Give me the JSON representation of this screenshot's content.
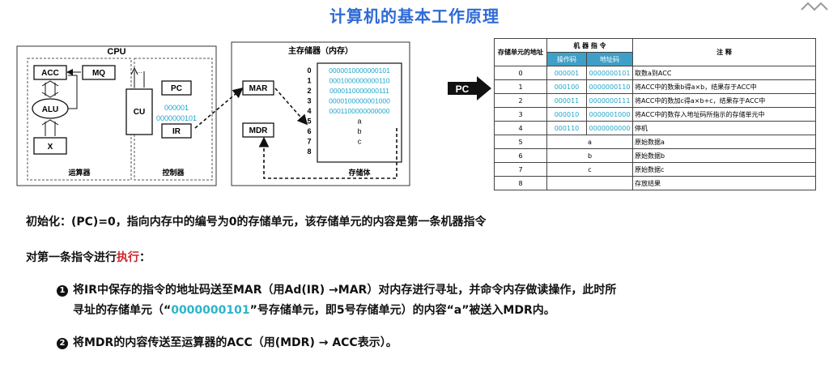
{
  "title": "计算机的基本工作原理",
  "cpu": {
    "label": "CPU",
    "acc": "ACC",
    "mq": "MQ",
    "alu": "ALU",
    "x": "X",
    "alu_group": "运算器",
    "cu": "CU",
    "pc": "PC",
    "ir": "IR",
    "controller_group": "控制器",
    "pc_value": "000001",
    "ir_value": "0000000101",
    "bus_dots": "···"
  },
  "memory": {
    "label": "主存储器（内存）",
    "mar": "MAR",
    "mdr": "MDR",
    "body_label": "存储体",
    "addresses": [
      "0",
      "1",
      "2",
      "3",
      "4",
      "5",
      "6",
      "7",
      "8"
    ],
    "contents": [
      "0000010000000101",
      "0001000000000110",
      "0000110000000111",
      "0000100000001000",
      "0001100000000000",
      "a",
      "b",
      "c",
      ""
    ]
  },
  "pc_marker": "PC",
  "table": {
    "col_addr": "存储单元的地址",
    "col_instr": "机 器 指 令",
    "col_opcode": "操作码",
    "col_addrcode": "地址码",
    "col_note": "注 释",
    "rows": [
      {
        "addr": "0",
        "op": "000001",
        "ad": "0000000101",
        "note": "取数a到ACC"
      },
      {
        "addr": "1",
        "op": "000100",
        "ad": "0000000110",
        "note": "将ACC中的数乘b得a×b，结果存于ACC中"
      },
      {
        "addr": "2",
        "op": "000011",
        "ad": "0000000111",
        "note": "将ACC中的数加c得a×b+c，结果存于ACC中"
      },
      {
        "addr": "3",
        "op": "000010",
        "ad": "0000001000",
        "note": "将ACC中的数存入地址码所指示的存储单元中"
      },
      {
        "addr": "4",
        "op": "000110",
        "ad": "0000000000",
        "note": "停机"
      },
      {
        "addr": "5",
        "data": "a",
        "note": "原始数据a"
      },
      {
        "addr": "6",
        "data": "b",
        "note": "原始数据b"
      },
      {
        "addr": "7",
        "data": "c",
        "note": "原始数据c"
      },
      {
        "addr": "8",
        "data": "",
        "note": "存放结果"
      }
    ]
  },
  "text": {
    "init": "初始化：(PC)=0，指向内存中的编号为0的存储单元，该存储单元的内容是第一条机器指令",
    "exec_prefix": "对第一条指令进行",
    "exec_red": "执行",
    "exec_suffix": "：",
    "step1_num": "1",
    "step1_a": "将IR中保存的指令的地址码送至MAR（用Ad(IR) →MAR）对内存进行寻址，并命令内存做读操作，此时所",
    "step1_b_pre": "寻址的存储单元（“",
    "step1_b_cyan": "0000000101",
    "step1_b_post": "”号存储单元，即5号存储单元）的内容“a”被送入MDR内。",
    "step2_num": "2",
    "step2": "将MDR的内容传送至运算器的ACC（用(MDR) → ACC表示）。"
  },
  "colors": {
    "title": "#2e6bd6",
    "accent_cyan": "#1fa5c9",
    "header_blue": "#3f9fc7",
    "highlight_red": "#d0222b"
  }
}
